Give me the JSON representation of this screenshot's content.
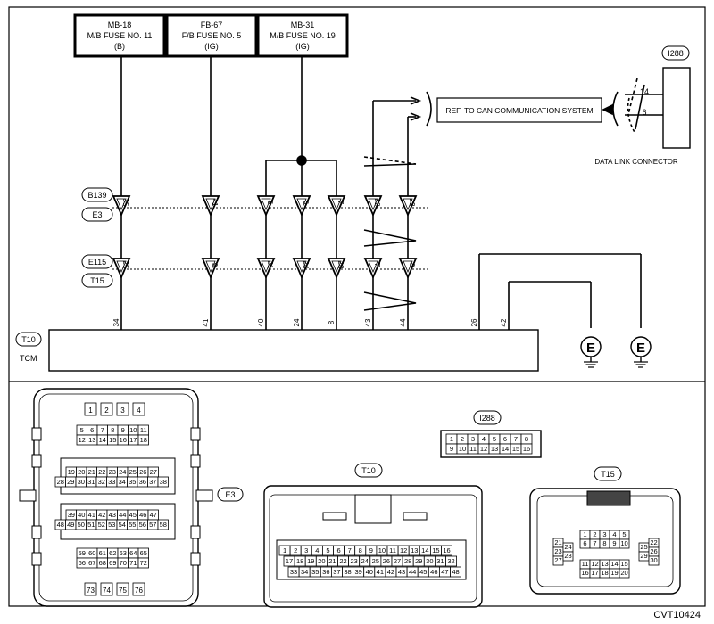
{
  "fuses": [
    {
      "code": "MB-18",
      "line1": "M/B FUSE NO. 11",
      "line2": "(B)"
    },
    {
      "code": "FB-67",
      "line1": "F/B FUSE NO. 5",
      "line2": "(IG)"
    },
    {
      "code": "MB-31",
      "line1": "M/B FUSE NO. 19",
      "line2": "(IG)"
    }
  ],
  "connectors": {
    "b139": "B139",
    "e3": "E3",
    "e115": "E115",
    "t15": "T15",
    "t10": "T10",
    "i288": "I288"
  },
  "tcm_label": "TCM",
  "can_ref": "REF. TO CAN COMMUNICATION SYSTEM",
  "dlc_label": "DATA LINK CONNECTOR",
  "dlc_pins": [
    "14",
    "6"
  ],
  "upper_pins": [
    "35",
    "41",
    "5",
    "6",
    "7",
    "22",
    "23"
  ],
  "lower_pins": [
    "25",
    "9",
    "21",
    "24",
    "28",
    "7",
    "8"
  ],
  "tcm_pins": [
    "34",
    "41",
    "40",
    "24",
    "8",
    "43",
    "44",
    "26",
    "42"
  ],
  "ground_label": "E",
  "e3_face": {
    "label": "E3",
    "row1": [
      "1",
      "2",
      "3",
      "4"
    ],
    "row2": [
      "5",
      "6",
      "7",
      "8",
      "9",
      "10",
      "11"
    ],
    "row3": [
      "12",
      "13",
      "14",
      "15",
      "16",
      "17",
      "18"
    ],
    "row4": [
      "19",
      "20",
      "21",
      "22",
      "23",
      "24",
      "25",
      "26",
      "27"
    ],
    "row5": [
      "28",
      "29",
      "30",
      "31",
      "32",
      "33",
      "34",
      "35",
      "36",
      "37",
      "38"
    ],
    "row6": [
      "39",
      "40",
      "41",
      "42",
      "43",
      "44",
      "45",
      "46",
      "47"
    ],
    "row7": [
      "48",
      "49",
      "50",
      "51",
      "52",
      "53",
      "54",
      "55",
      "56",
      "57",
      "58"
    ],
    "row8": [
      "59",
      "60",
      "61",
      "62",
      "63",
      "64",
      "65"
    ],
    "row9": [
      "66",
      "67",
      "68",
      "69",
      "70",
      "71",
      "72"
    ],
    "row10": [
      "73",
      "74",
      "75",
      "76"
    ]
  },
  "i288_face": {
    "row1": [
      "1",
      "2",
      "3",
      "4",
      "5",
      "6",
      "7",
      "8"
    ],
    "row2": [
      "9",
      "10",
      "11",
      "12",
      "13",
      "14",
      "15",
      "16"
    ]
  },
  "t10_face": {
    "row1": [
      "1",
      "2",
      "3",
      "4",
      "5",
      "6",
      "7",
      "8",
      "9",
      "10",
      "11",
      "12",
      "13",
      "14",
      "15",
      "16"
    ],
    "row2": [
      "17",
      "18",
      "19",
      "20",
      "21",
      "22",
      "23",
      "24",
      "25",
      "26",
      "27",
      "28",
      "29",
      "30",
      "31",
      "32"
    ],
    "row3": [
      "33",
      "34",
      "35",
      "36",
      "37",
      "38",
      "39",
      "40",
      "41",
      "42",
      "43",
      "44",
      "45",
      "46",
      "47",
      "48"
    ]
  },
  "t15_face": {
    "top1": [
      "1",
      "2",
      "3",
      "4",
      "5"
    ],
    "top2": [
      "6",
      "7",
      "8",
      "9",
      "10"
    ],
    "left": [
      "21",
      "23",
      "27"
    ],
    "left2": [
      "24",
      "28"
    ],
    "right": [
      "25",
      "29"
    ],
    "right2": [
      "22",
      "26",
      "30"
    ],
    "bot1": [
      "11",
      "12",
      "13",
      "14",
      "15"
    ],
    "bot2": [
      "16",
      "17",
      "18",
      "19",
      "20"
    ]
  },
  "figure_code": "CVT10424"
}
